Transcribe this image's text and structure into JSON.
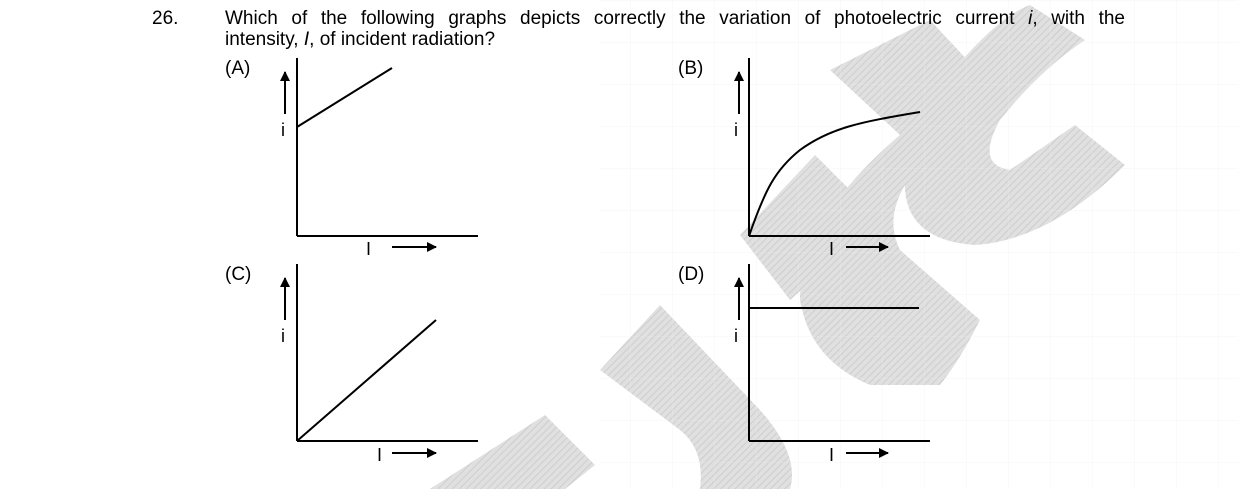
{
  "question": {
    "number": "26.",
    "line1_a": "Which of the following graphs depicts correctly the variation of photoelectric current",
    "var_i": "i",
    "line1_b": ", with the",
    "line2_a": "intensity,",
    "var_I": "I",
    "line2_b": ", of incident radiation?"
  },
  "options": [
    {
      "label": "(A)",
      "y_axis_label": "i",
      "x_axis_label": "I"
    },
    {
      "label": "(B)",
      "y_axis_label": "i",
      "x_axis_label": "I"
    },
    {
      "label": "(C)",
      "y_axis_label": "i",
      "x_axis_label": "I"
    },
    {
      "label": "(D)",
      "y_axis_label": "i",
      "x_axis_label": "I"
    }
  ],
  "watermark": {
    "color": "#c8c8c8",
    "hatch_color": "#b0b0b0"
  }
}
